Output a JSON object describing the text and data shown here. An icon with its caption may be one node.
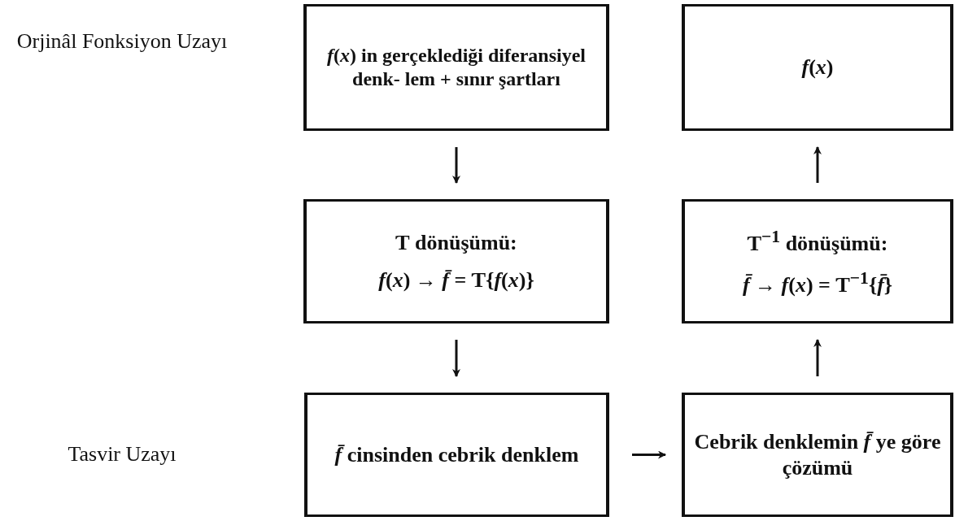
{
  "diagram": {
    "nodes": [
      {
        "text": [
          "*f*(*x*) in gerçeklediği diferansiyel denk- lem + sınır şartları"
        ]
      },
      {
        "text": [
          "*f*(*x*)"
        ]
      },
      {
        "text": [
          "Ƭ dönüşümü:",
          "*f*(*x*) → *f̄* = Ƭ{*f*(*x*)}"
        ]
      },
      {
        "text": [
          "Ƭ$^{−1}$ dönüşümü:",
          "*f̄* → *f*(*x*) = Ƭ$^{−1}${*f̄*}"
        ]
      },
      {
        "text": [
          "*f̄* cinsinden cebrik denklem"
        ]
      },
      {
        "text": [
          "Cebrik denklemin *f̄* ye göre çözümü"
        ]
      }
    ],
    "edges": [
      {
        "from": 0,
        "to": 2,
        "arrow": "to"
      },
      {
        "from": 2,
        "to": 4,
        "arrow": "to"
      },
      {
        "from": 4,
        "to": 5,
        "arrow": "to"
      },
      {
        "from": 5,
        "to": 3,
        "arrow": "to"
      },
      {
        "from": 3,
        "to": 1,
        "arrow": "to"
      }
    ],
    "labels": [
      "Orjinâl Fonksiyon Uzayı",
      "Tasvir Uzayı"
    ]
  }
}
